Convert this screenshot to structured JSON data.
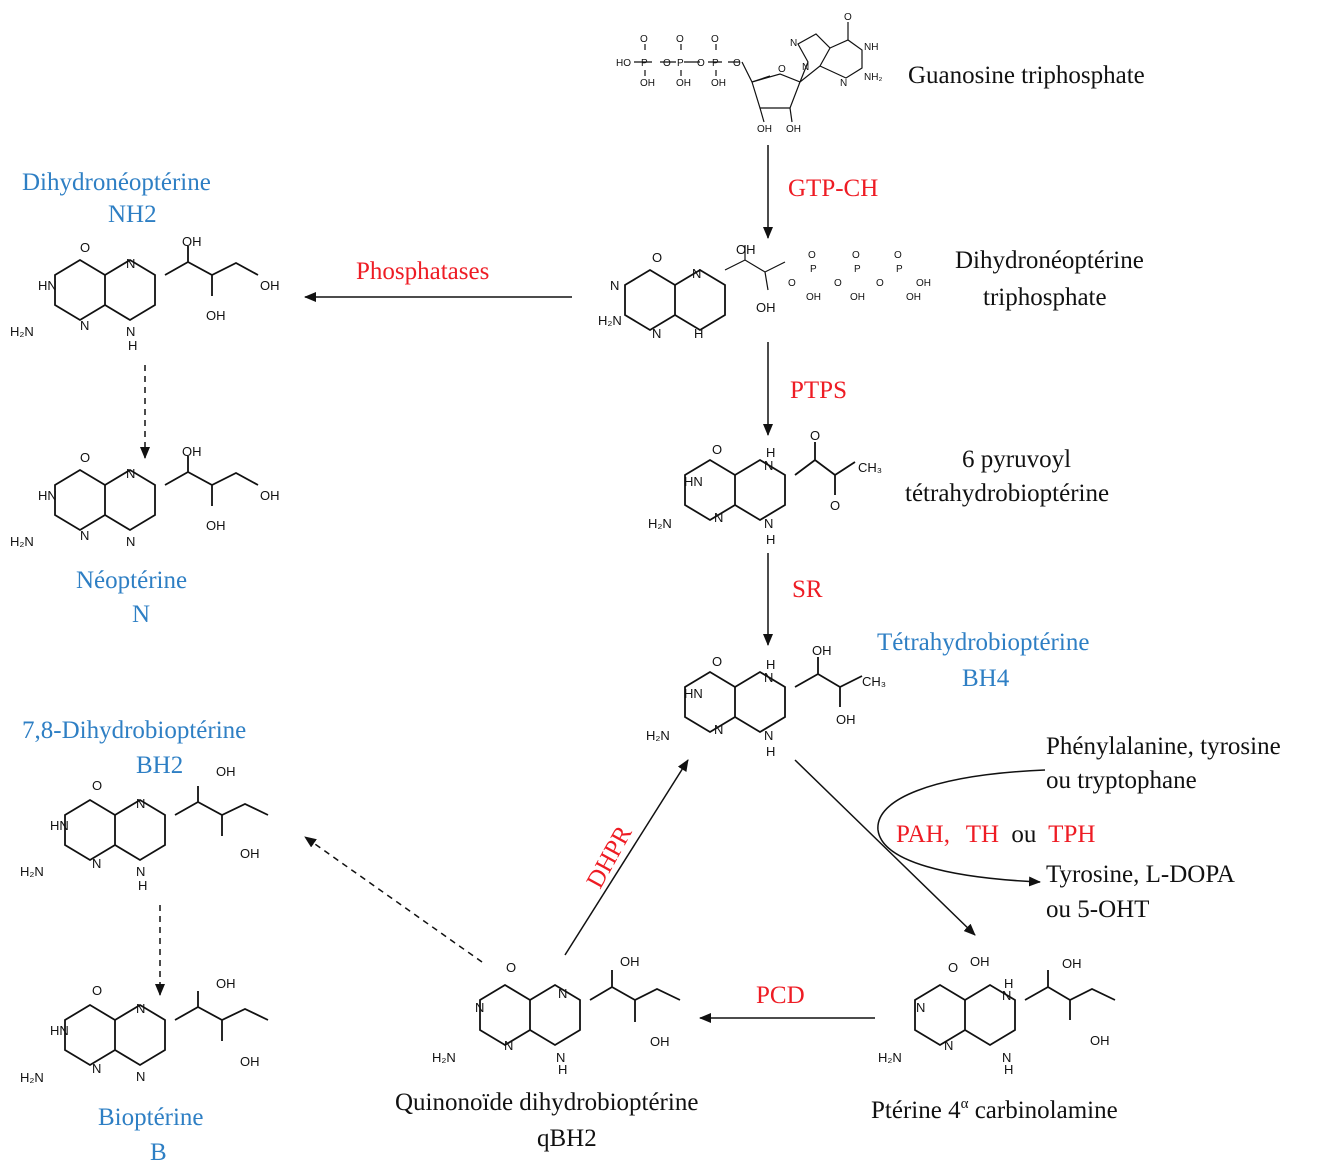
{
  "compounds": {
    "gtp": {
      "name": "Guanosine triphosphate"
    },
    "dhnp_tp": {
      "line1": "Dihydronéoptérine",
      "line2": "triphosphate"
    },
    "ptp": {
      "line1": "6 pyruvoyl",
      "line2": "tétrahydrobioptérine"
    },
    "bh4": {
      "line1": "Tétrahydrobioptérine",
      "line2": "BH4"
    },
    "nh2": {
      "line1": "Dihydronéoptérine",
      "line2": "NH2"
    },
    "neopterin": {
      "line1": "Néoptérine",
      "line2": "N"
    },
    "bh2": {
      "line1": "7,8-Dihydrobioptérine",
      "line2": "BH2"
    },
    "biopterin": {
      "line1": "Bioptérine",
      "line2": "B"
    },
    "qbh2": {
      "line1": "Quinonoïde dihydrobioptérine",
      "line2": "qBH2"
    },
    "carbinolamine": {
      "text": "Ptérine 4",
      "sup": "α",
      "rest": " carbinolamine"
    },
    "aa_in": {
      "line1": "Phénylalanine, tyrosine",
      "line2": "ou tryptophane"
    },
    "aa_out": {
      "line1": "Tyrosine, L-DOPA",
      "line2": "ou 5-OHT"
    }
  },
  "enzymes": {
    "gtpch": "GTP-CH",
    "phosphatases": "Phosphatases",
    "ptps": "PTPS",
    "sr": "SR",
    "dhpr": "DHPR",
    "pcd": "PCD",
    "pah": "PAH,",
    "th": "TH",
    "ou": "ou",
    "tph": "TPH"
  },
  "atoms": {
    "O": "O",
    "N": "N",
    "NH": "NH",
    "HN": "HN",
    "H": "H",
    "H2N": "H₂N",
    "OH": "OH",
    "CH3": "CH₃",
    "P": "P",
    "HO": "HO"
  },
  "colors": {
    "blue": "#2e7fc4",
    "red": "#ee1c24",
    "black": "#111111"
  }
}
